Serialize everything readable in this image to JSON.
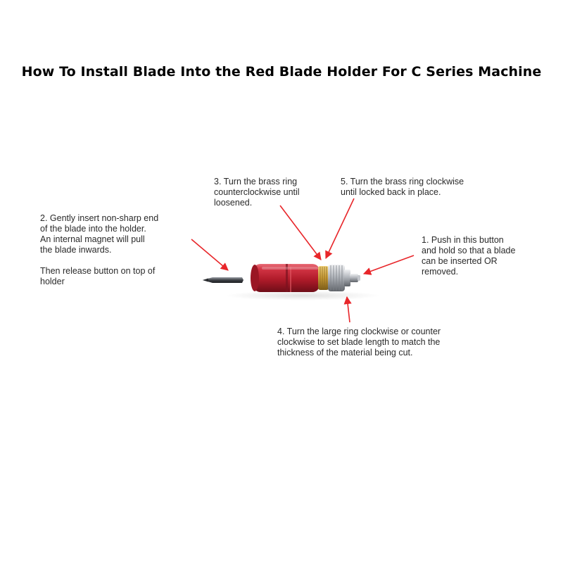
{
  "title": "How To Install Blade Into the Red Blade Holder For C Series Machine",
  "callouts": {
    "step2": "2. Gently insert non-sharp end\nof the blade into the holder.\nAn internal magnet will pull\nthe blade inwards.\n\nThen release button on top of\nholder",
    "step3": "3. Turn the brass ring\ncounterclockwise until\nloosened.",
    "step5": "5. Turn the brass ring clockwise\nuntil locked back in place.",
    "step1": "1. Push in this button\nand hold so that a blade\ncan be inserted OR\nremoved.",
    "step4": "4. Turn the large ring clockwise or counter\nclockwise to set blade length to match the\nthickness of the material being cut."
  },
  "colors": {
    "arrow": "#e8262a",
    "holder_red": "#b81e2c",
    "brass": "#c9a23a",
    "steel": "#a9adb3"
  }
}
